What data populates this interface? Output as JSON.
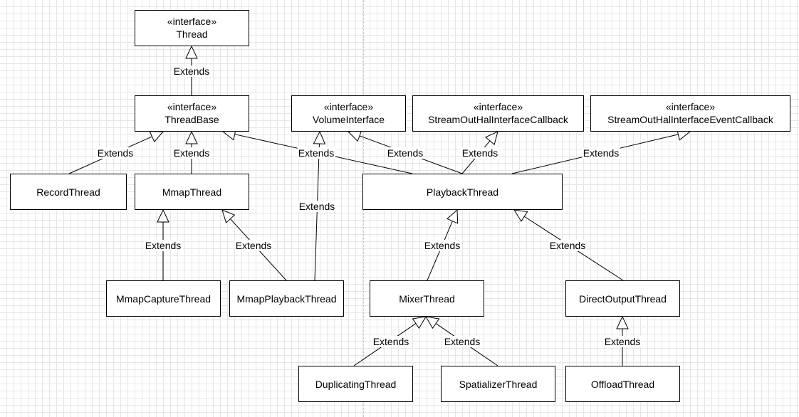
{
  "nodes": {
    "thread": {
      "stereotype": "«interface»",
      "name": "Thread"
    },
    "thread_base": {
      "stereotype": "«interface»",
      "name": "ThreadBase"
    },
    "volume_interface": {
      "stereotype": "«interface»",
      "name": "VolumeInterface"
    },
    "stream_out_hal_interface_callback": {
      "stereotype": "«interface»",
      "name": "StreamOutHalInterfaceCallback"
    },
    "stream_out_hal_interface_event_callback": {
      "stereotype": "«interface»",
      "name": "StreamOutHalInterfaceEventCallback"
    },
    "record_thread": {
      "name": "RecordThread"
    },
    "mmap_thread": {
      "name": "MmapThread"
    },
    "playback_thread": {
      "name": "PlaybackThread"
    },
    "mmap_capture_thread": {
      "name": "MmapCaptureThread"
    },
    "mmap_playback_thread": {
      "name": "MmapPlaybackThread"
    },
    "mixer_thread": {
      "name": "MixerThread"
    },
    "direct_output_thread": {
      "name": "DirectOutputThread"
    },
    "duplicating_thread": {
      "name": "DuplicatingThread"
    },
    "spatializer_thread": {
      "name": "SpatializerThread"
    },
    "offload_thread": {
      "name": "OffloadThread"
    }
  },
  "edge_label": "Extends",
  "edges": [
    {
      "from": "thread_base",
      "to": "thread"
    },
    {
      "from": "record_thread",
      "to": "thread_base"
    },
    {
      "from": "mmap_thread",
      "to": "thread_base"
    },
    {
      "from": "playback_thread",
      "to": "thread_base"
    },
    {
      "from": "playback_thread",
      "to": "volume_interface"
    },
    {
      "from": "playback_thread",
      "to": "stream_out_hal_interface_callback"
    },
    {
      "from": "playback_thread",
      "to": "stream_out_hal_interface_event_callback"
    },
    {
      "from": "mmap_capture_thread",
      "to": "mmap_thread"
    },
    {
      "from": "mmap_playback_thread",
      "to": "mmap_thread"
    },
    {
      "from": "mmap_playback_thread",
      "to": "volume_interface"
    },
    {
      "from": "mixer_thread",
      "to": "playback_thread"
    },
    {
      "from": "direct_output_thread",
      "to": "playback_thread"
    },
    {
      "from": "duplicating_thread",
      "to": "mixer_thread"
    },
    {
      "from": "spatializer_thread",
      "to": "mixer_thread"
    },
    {
      "from": "offload_thread",
      "to": "direct_output_thread"
    }
  ]
}
